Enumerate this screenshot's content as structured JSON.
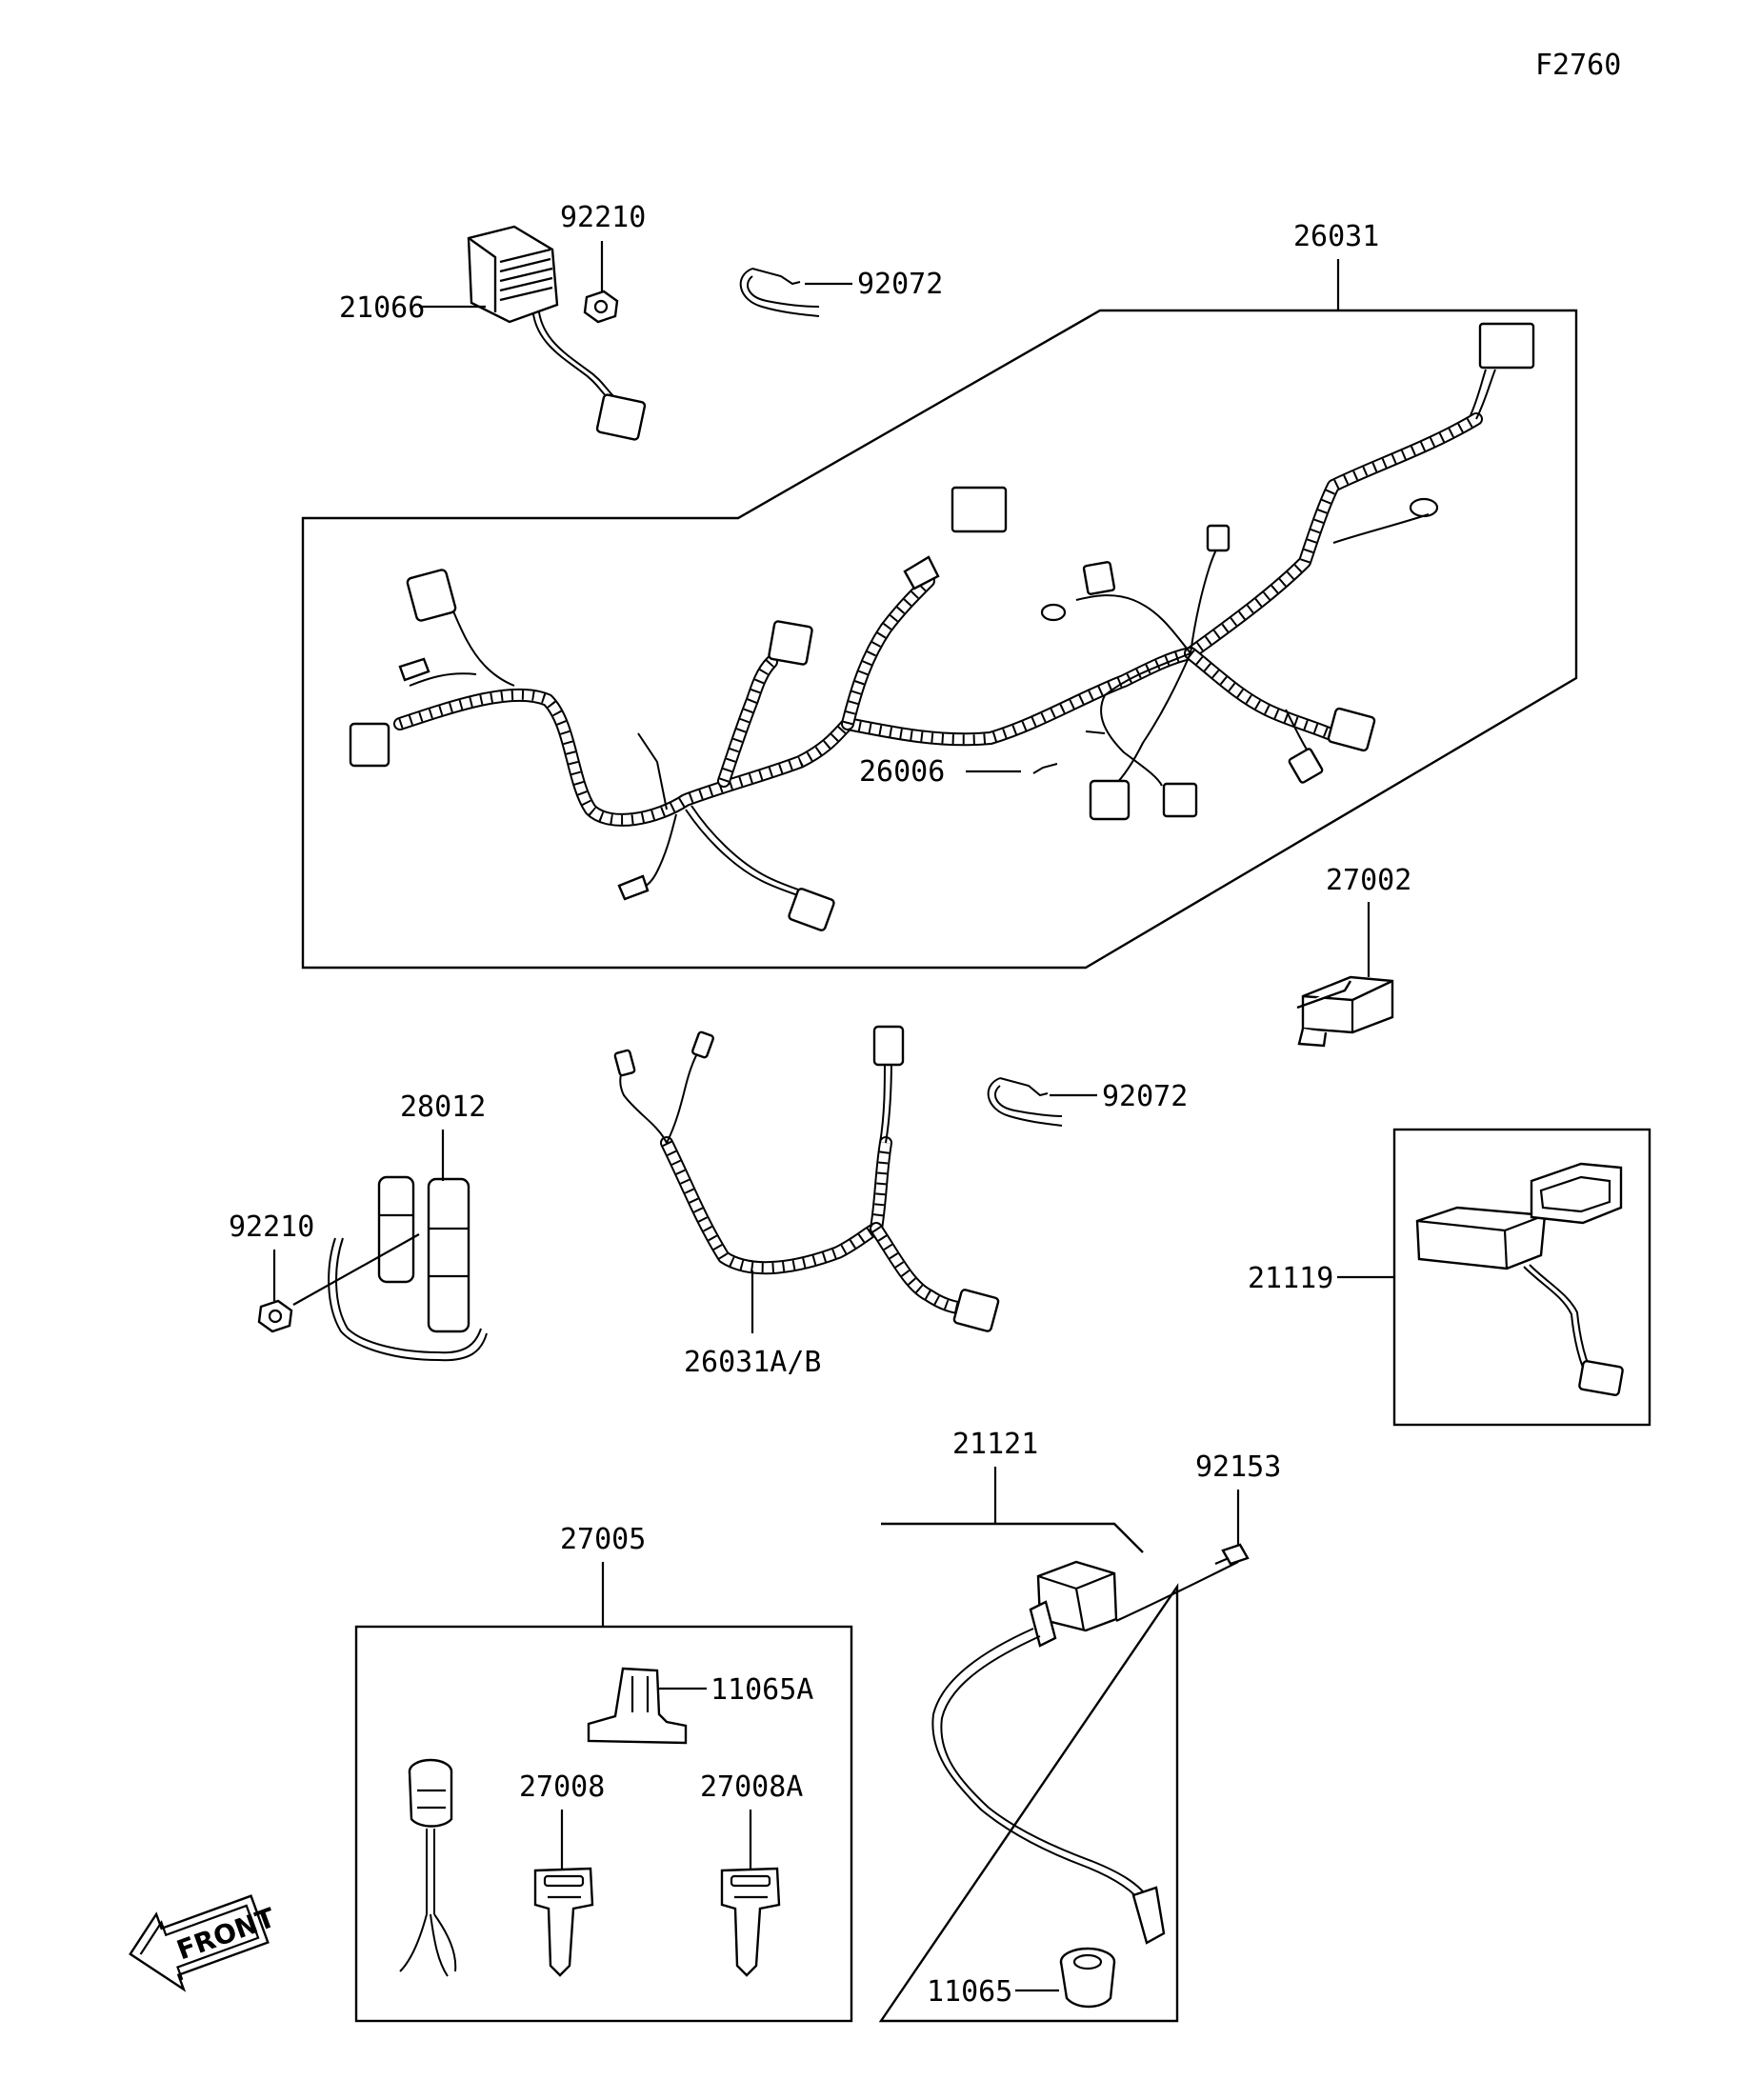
{
  "figure_id": "F2760",
  "parts": {
    "p92210_top": "92210",
    "p21066": "21066",
    "p92072_top": "92072",
    "p26031": "26031",
    "p26006": "26006",
    "p27002": "27002",
    "p28012": "28012",
    "p92210_mid": "92210",
    "p92072_mid": "92072",
    "p26031ab": "26031A/B",
    "p21119": "21119",
    "p21121": "21121",
    "p92153": "92153",
    "p27005": "27005",
    "p11065a": "11065A",
    "p27008": "27008",
    "p27008a": "27008A",
    "p11065": "11065"
  },
  "front_arrow": "FRONT"
}
